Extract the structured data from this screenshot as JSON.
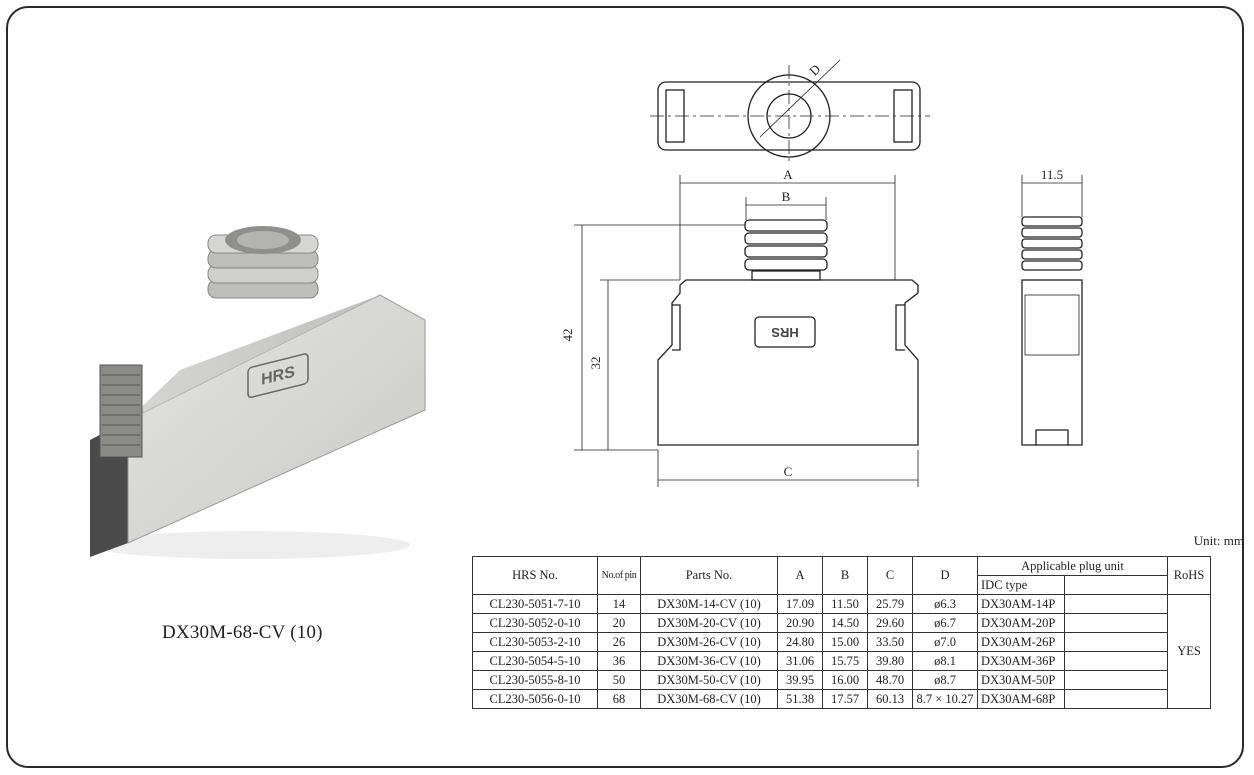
{
  "product": {
    "caption": "DX30M-68-CV (10)",
    "logo_text": "HRS"
  },
  "drawing": {
    "labels": {
      "a": "A",
      "b": "B",
      "c": "C",
      "d": "D",
      "height_total": "42",
      "height_body": "32",
      "side_width": "11.5"
    }
  },
  "unit_note": "Unit: mm",
  "table": {
    "headers": {
      "hrs_no": "HRS No.",
      "pins": "No.of pin",
      "parts_no": "Parts No.",
      "a": "A",
      "b": "B",
      "c": "C",
      "d": "D",
      "applicable": "Applicable plug unit",
      "idc": "IDC type",
      "rohs": "RoHS"
    },
    "rohs_value": "YES",
    "rows": [
      {
        "hrs": "CL230-5051-7-10",
        "pins": "14",
        "parts": "DX30M-14-CV (10)",
        "a": "17.09",
        "b": "11.50",
        "c": "25.79",
        "d": "ø6.3",
        "idc": "DX30AM-14P"
      },
      {
        "hrs": "CL230-5052-0-10",
        "pins": "20",
        "parts": "DX30M-20-CV (10)",
        "a": "20.90",
        "b": "14.50",
        "c": "29.60",
        "d": "ø6.7",
        "idc": "DX30AM-20P"
      },
      {
        "hrs": "CL230-5053-2-10",
        "pins": "26",
        "parts": "DX30M-26-CV (10)",
        "a": "24.80",
        "b": "15.00",
        "c": "33.50",
        "d": "ø7.0",
        "idc": "DX30AM-26P"
      },
      {
        "hrs": "CL230-5054-5-10",
        "pins": "36",
        "parts": "DX30M-36-CV (10)",
        "a": "31.06",
        "b": "15.75",
        "c": "39.80",
        "d": "ø8.1",
        "idc": "DX30AM-36P"
      },
      {
        "hrs": "CL230-5055-8-10",
        "pins": "50",
        "parts": "DX30M-50-CV (10)",
        "a": "39.95",
        "b": "16.00",
        "c": "48.70",
        "d": "ø8.7",
        "idc": "DX30AM-50P"
      },
      {
        "hrs": "CL230-5056-0-10",
        "pins": "68",
        "parts": "DX30M-68-CV (10)",
        "a": "51.38",
        "b": "17.57",
        "c": "60.13",
        "d": "8.7 × 10.27",
        "idc": "DX30AM-68P"
      }
    ]
  }
}
